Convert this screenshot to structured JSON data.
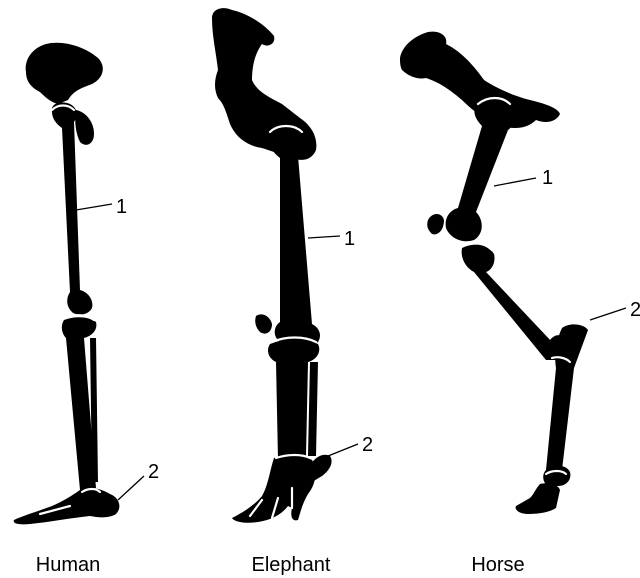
{
  "figures": [
    {
      "name": "Human",
      "labels": {
        "one": "1",
        "two": "2"
      }
    },
    {
      "name": "Elephant",
      "labels": {
        "one": "1",
        "two": "2"
      }
    },
    {
      "name": "Horse",
      "labels": {
        "one": "1",
        "two": "2"
      }
    }
  ],
  "colors": {
    "bone": "#000000",
    "background": "#ffffff"
  }
}
